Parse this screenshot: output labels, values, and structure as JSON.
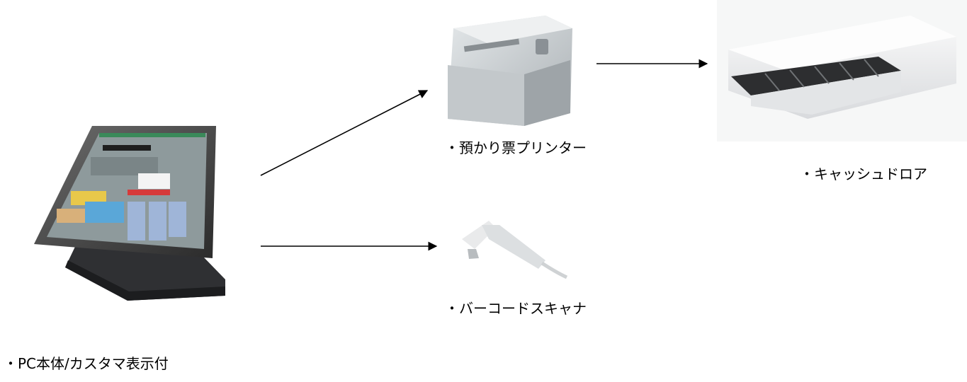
{
  "devices": {
    "pos_terminal": {
      "label": "・PC本体/カスタマ表示付"
    },
    "receipt_printer": {
      "label": "・預かり票プリンター"
    },
    "barcode_scanner": {
      "label": "・バーコードスキャナ"
    },
    "cash_drawer": {
      "label": "・キャッシュドロア"
    }
  },
  "connections": [
    {
      "from": "pos_terminal",
      "to": "receipt_printer"
    },
    {
      "from": "pos_terminal",
      "to": "barcode_scanner"
    },
    {
      "from": "receipt_printer",
      "to": "cash_drawer"
    }
  ]
}
